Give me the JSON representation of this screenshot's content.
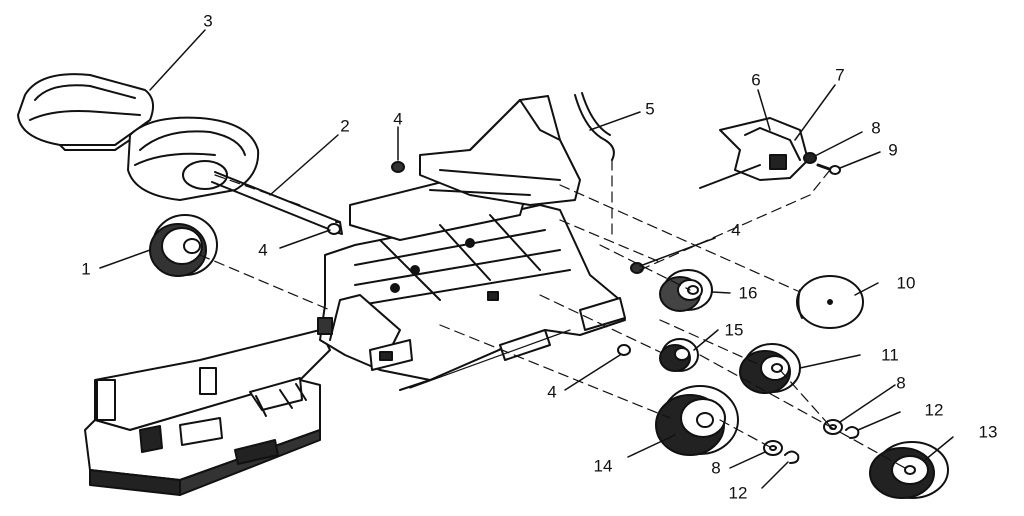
{
  "diagram": {
    "ink_color": "#111111",
    "background": "#ffffff",
    "callouts": [
      {
        "id": "c1",
        "label": "1"
      },
      {
        "id": "c2",
        "label": "2"
      },
      {
        "id": "c3",
        "label": "3"
      },
      {
        "id": "c4a",
        "label": "4"
      },
      {
        "id": "c4b",
        "label": "4"
      },
      {
        "id": "c4c",
        "label": "4"
      },
      {
        "id": "c4d",
        "label": "4"
      },
      {
        "id": "c5",
        "label": "5"
      },
      {
        "id": "c6",
        "label": "6"
      },
      {
        "id": "c7",
        "label": "7"
      },
      {
        "id": "c8a",
        "label": "8"
      },
      {
        "id": "c8b",
        "label": "8"
      },
      {
        "id": "c8c",
        "label": "8"
      },
      {
        "id": "c9",
        "label": "9"
      },
      {
        "id": "c10",
        "label": "10"
      },
      {
        "id": "c11",
        "label": "11"
      },
      {
        "id": "c12a",
        "label": "12"
      },
      {
        "id": "c12b",
        "label": "12"
      },
      {
        "id": "c13",
        "label": "13"
      },
      {
        "id": "c14",
        "label": "14"
      },
      {
        "id": "c15",
        "label": "15"
      },
      {
        "id": "c16",
        "label": "16"
      }
    ]
  }
}
